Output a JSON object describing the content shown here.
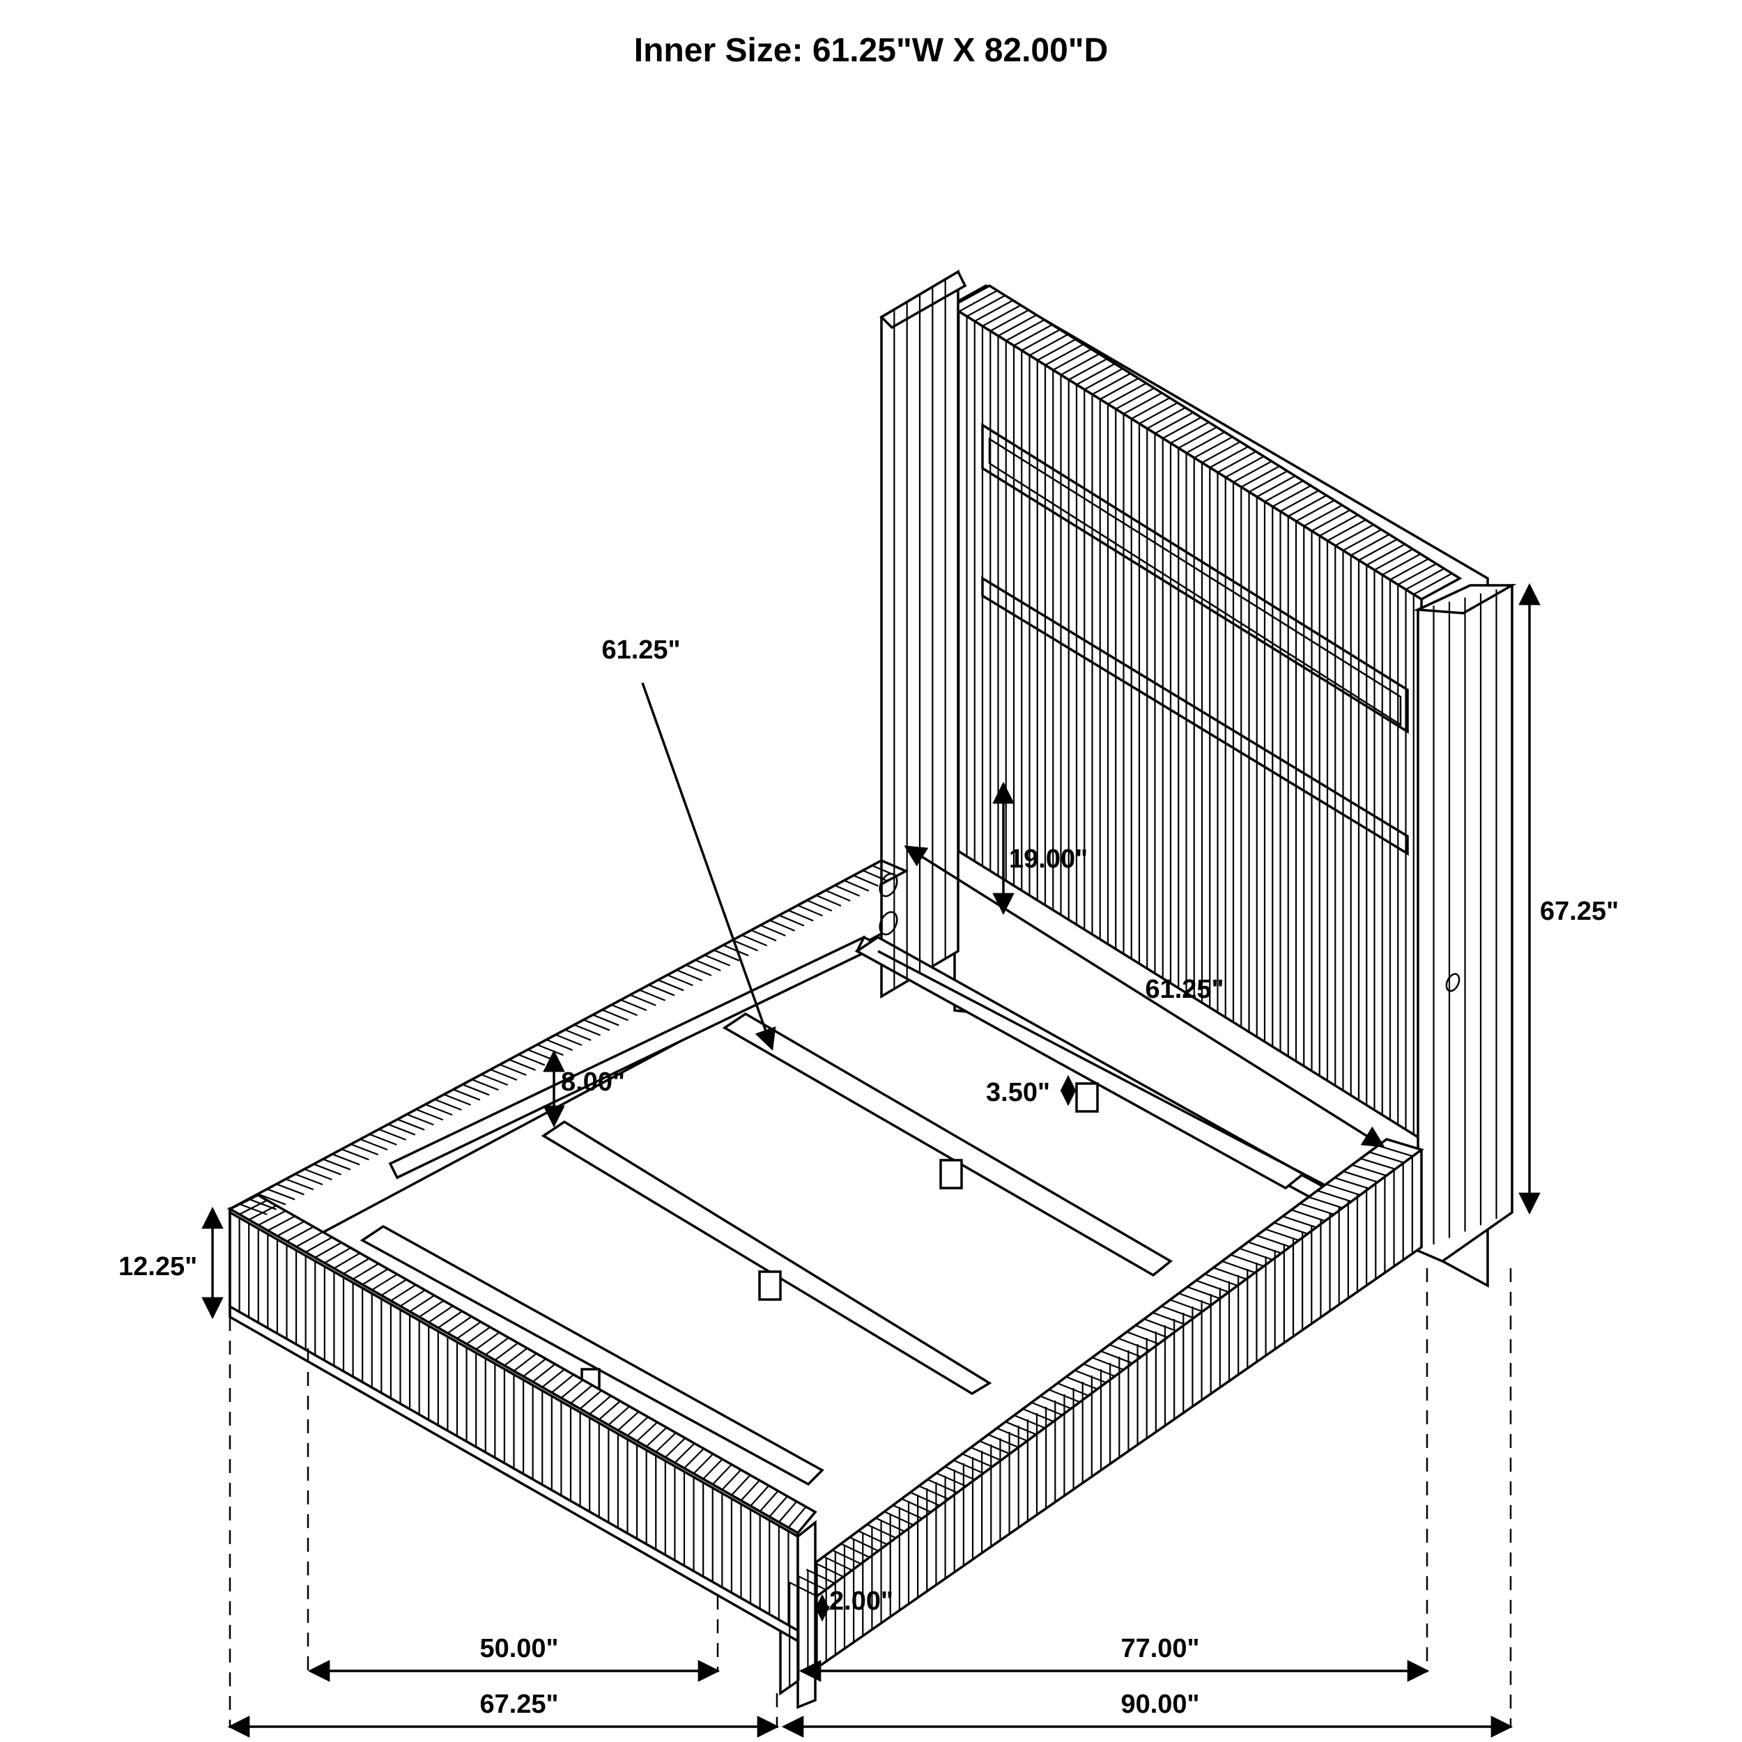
{
  "title": "Inner Size: 61.25\"W X 82.00\"D",
  "dimensions": {
    "rail_length_diagonal": "61.25\"",
    "headboard_gap": "19.00\"",
    "headboard_total_height": "67.25\"",
    "slat_width": "61.25\"",
    "rail_height_inner": "8.00\"",
    "center_support_height": "3.50\"",
    "footboard_height": "12.25\"",
    "clearance": "2.00\"",
    "foot_inner_width": "50.00\"",
    "side_inner_length": "77.00\"",
    "foot_outer_width": "67.25\"",
    "side_outer_length": "90.00\""
  },
  "colors": {
    "line": "#000000",
    "background": "#ffffff"
  }
}
